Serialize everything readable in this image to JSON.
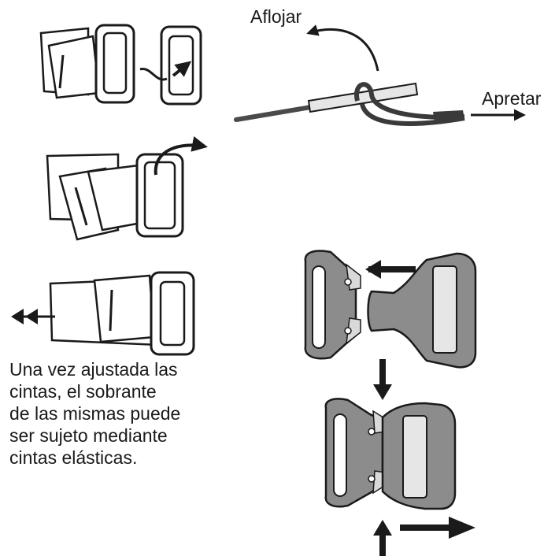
{
  "labels": {
    "loosen": "Aflojar",
    "tighten": "Apretar"
  },
  "note_lines": [
    "Una vez ajustada las",
    "cintas, el sobrante",
    "de las mismas puede",
    "ser sujeto mediante",
    "cintas elásticas."
  ],
  "colors": {
    "ink": "#1a1a1a",
    "buckle_gray": "#8c8c8c",
    "light_gray": "#d9d9d9"
  },
  "icons": [
    "arrow-icon",
    "double-arrow-icon",
    "strap-icon",
    "buckle-icon"
  ]
}
